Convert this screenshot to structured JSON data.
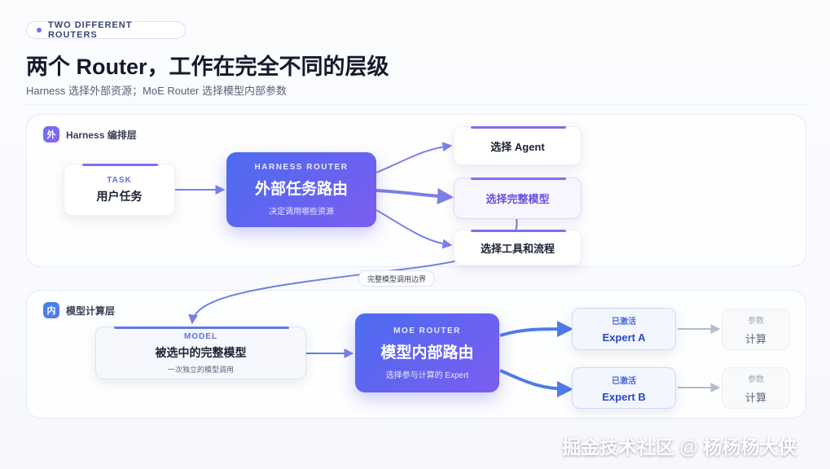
{
  "header": {
    "badge": "TWO DIFFERENT ROUTERS",
    "title": "两个 Router，工作在完全不同的层级",
    "subtitle": "Harness 选择外部资源；MoE Router 选择模型内部参数"
  },
  "outer_layer": {
    "icon_char": "外",
    "label": "Harness 编排层",
    "task": {
      "kicker": "TASK",
      "title": "用户任务"
    },
    "router": {
      "kicker": "HARNESS ROUTER",
      "title": "外部任务路由",
      "sub": "决定调用哪些资源"
    },
    "choices": [
      "选择 Agent",
      "选择完整模型",
      "选择工具和流程"
    ]
  },
  "boundary_label": "完整模型调用边界",
  "inner_layer": {
    "icon_char": "内",
    "label": "模型计算层",
    "model": {
      "kicker": "MODEL",
      "title": "被选中的完整模型",
      "sub": "一次独立的模型调用"
    },
    "router": {
      "kicker": "MOE ROUTER",
      "title": "模型内部路由",
      "sub": "选择参与计算的 Expert"
    },
    "experts": [
      {
        "status": "已激活",
        "name": "Expert A"
      },
      {
        "status": "已激活",
        "name": "Expert B"
      }
    ],
    "params": [
      {
        "kicker": "参数",
        "label": "计算"
      },
      {
        "kicker": "参数",
        "label": "计算"
      }
    ]
  },
  "watermark": "掘金技术社区 @ 杨杨杨大侠",
  "colors": {
    "accent_purple": "#7c5cf0",
    "accent_blue": "#4b6cf0",
    "arrow": "#7b7fe8",
    "muted_arrow": "#b7bcc9"
  }
}
